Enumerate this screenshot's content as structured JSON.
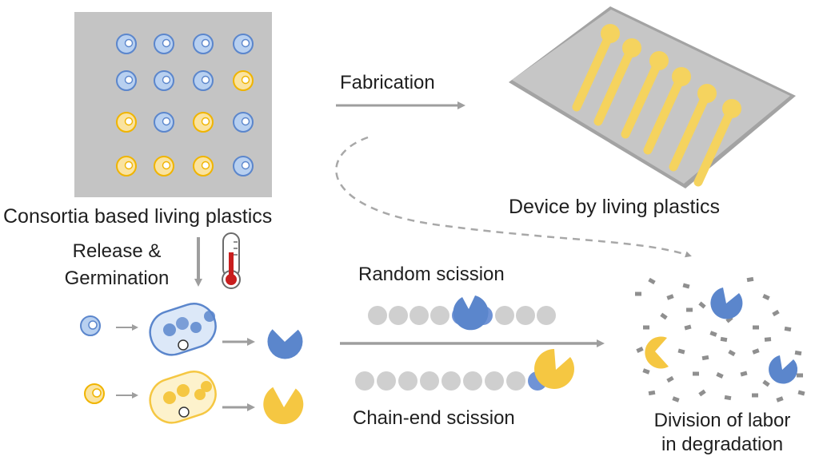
{
  "labels": {
    "consortia": "Consortia based living plastics",
    "fabrication": "Fabrication",
    "device": "Device by living plastics",
    "release_line1": "Release &",
    "release_line2": "Germination",
    "random": "Random scission",
    "chain_end": "Chain-end scission",
    "division_line1": "Division of labor",
    "division_line2": "in degradation"
  },
  "colors": {
    "blue": "#5b86cc",
    "yellow": "#f5c742",
    "panel_gray": "#c4c4c4",
    "arrow_gray": "#9e9e9e",
    "bead_gray": "#cfcfcf"
  },
  "grid": [
    [
      "blue",
      "blue",
      "blue",
      "blue"
    ],
    [
      "blue",
      "blue",
      "blue",
      "yellow"
    ],
    [
      "yellow",
      "blue",
      "yellow",
      "blue"
    ],
    [
      "yellow",
      "yellow",
      "yellow",
      "blue"
    ]
  ],
  "icons": {
    "thermometer": "thermometer-icon"
  }
}
